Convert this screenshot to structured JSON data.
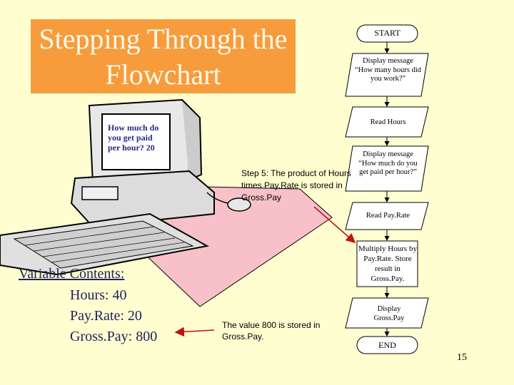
{
  "slide": {
    "title": "Stepping Through the Flowchart",
    "page_number": "15"
  },
  "computer": {
    "screen_text": "How much do you get paid per hour? 20"
  },
  "flowchart": {
    "start": "START",
    "step1": "Display message “How many hours did you work?”",
    "step2": "Read Hours",
    "step3": "Display message “How much do you get paid per hour?”",
    "step4": "Read Pay.Rate",
    "step5": "Multiply Hours by Pay.Rate. Store result in Gross.Pay.",
    "step6": "Display Gross.Pay",
    "end": "END"
  },
  "annotations": {
    "step_note": "Step 5: The product of Hours times Pay.Rate is stored in Gross.Pay",
    "value_note": "The value 800 is stored in Gross.Pay."
  },
  "variables": {
    "heading": "Variable Contents:",
    "hours": "Hours: 40",
    "payrate": "Pay.Rate: 20",
    "grosspay": "Gross.Pay: 800"
  },
  "colors": {
    "background": "#fefed0",
    "title_box": "#f79c3c",
    "arrow": "#c01010",
    "mat": "#f8c0c8"
  }
}
